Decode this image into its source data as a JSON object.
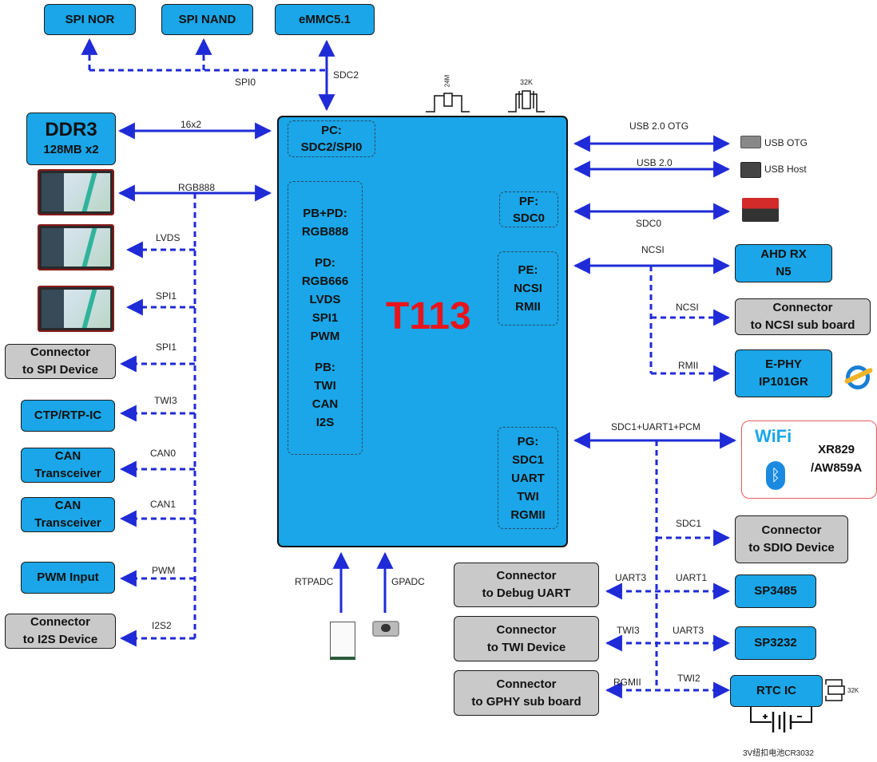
{
  "top_boxes": {
    "spi_nor": "SPI NOR",
    "spi_nand": "SPI NAND",
    "emmc": "eMMC5.1"
  },
  "ddr": {
    "line1": "DDR3",
    "line2": "128MB x2"
  },
  "left_boxes": {
    "spi_device": [
      "Connector",
      "to SPI Device"
    ],
    "ctp": "CTP/RTP-IC",
    "can0": [
      "CAN",
      "Transceiver"
    ],
    "can1": [
      "CAN",
      "Transceiver"
    ],
    "pwm": "PWM Input",
    "i2s": [
      "Connector",
      "to I2S Device"
    ]
  },
  "chip": {
    "name": "T113",
    "groups": {
      "pc": [
        "PC:",
        "SDC2/SPI0"
      ],
      "pbpd": [
        "PB+PD:",
        "RGB888",
        "",
        "PD:",
        "RGB666",
        "LVDS",
        "SPI1",
        "PWM",
        "",
        "PB:",
        "TWI",
        "CAN",
        "I2S"
      ],
      "pf": [
        "PF:",
        "SDC0"
      ],
      "pe": [
        "PE:",
        "NCSI",
        "RMII"
      ],
      "pg": [
        "PG:",
        "SDC1",
        "UART",
        "TWI",
        "RGMII"
      ]
    }
  },
  "crystals": {
    "chip_24m": "24M",
    "chip_32k": "32K",
    "rtc_32k": "32K"
  },
  "right_labels": {
    "usb_otg_line": "USB 2.0 OTG",
    "usb_otg": "USB OTG",
    "usb_host_line": "USB 2.0",
    "usb_host": "USB Host",
    "sdc0": "SDC0",
    "ncsi_top": "NCSI",
    "ncsi": "NCSI",
    "rmii": "RMII",
    "sdio_line": "SDC1+UART1+PCM"
  },
  "right_boxes": {
    "ahd": [
      "AHD RX",
      "N5"
    ],
    "ncsi_conn": [
      "Connector",
      "to NCSI sub board"
    ],
    "ephy": [
      "E-PHY",
      "IP101GR"
    ],
    "sdio_conn": [
      "Connector",
      "to SDIO Device"
    ],
    "sp3485": "SP3485",
    "sp3232": "SP3232",
    "rtc": "RTC IC"
  },
  "wireless": {
    "wifi": "WiFi",
    "module": [
      "XR829",
      "/AW859A"
    ]
  },
  "mid_boxes": {
    "debug": [
      "Connector",
      "to Debug UART"
    ],
    "twi": [
      "Connector",
      "to TWI Device"
    ],
    "gphy": [
      "Connector",
      "to GPHY sub board"
    ]
  },
  "bus_labels": {
    "spi0": "SPI0",
    "sdc2": "SDC2",
    "x16x2": "16x2",
    "rgb888": "RGB888",
    "lvds": "LVDS",
    "spi1_a": "SPI1",
    "spi1_b": "SPI1",
    "twi3": "TWI3",
    "can0": "CAN0",
    "can1": "CAN1",
    "pwm": "PWM",
    "i2s2": "I2S2",
    "rtpadc": "RTPADC",
    "gpadc": "GPADC",
    "sdc1": "SDC1",
    "uart3_l": "UART3",
    "uart1": "UART1",
    "twi3_m": "TWI3",
    "uart3_r": "UART3",
    "rgmii": "RGMII",
    "twi2": "TWI2"
  },
  "battery": "3V纽扣电池CR3032",
  "colors": {
    "box_blue": "#1aa6e8",
    "box_gray": "#c9c9c9",
    "line": "#1f2bd6",
    "chip_name": "#e8141c"
  }
}
